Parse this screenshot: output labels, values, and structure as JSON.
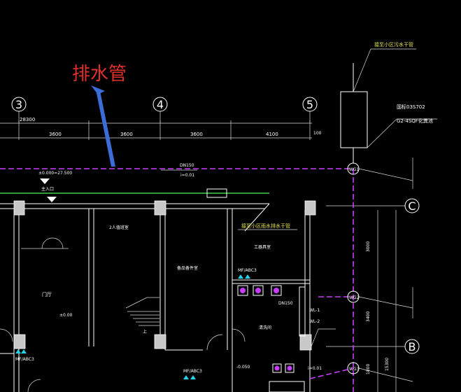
{
  "annotation": {
    "label": "排水管"
  },
  "grid_axes": {
    "axis_3": "3",
    "axis_4": "4",
    "axis_5": "5",
    "axis_C": "C",
    "axis_B": "B"
  },
  "dimensions": {
    "d_top_left": "28300",
    "d_3600_a": "3600",
    "d_3600_b": "3600",
    "d_3600_c": "3600",
    "d_4100": "4100",
    "d_100": "100",
    "d_right_3000": "3000",
    "d_right_3400": "3400",
    "d_right_1800": "1800",
    "d_right_15300": "15300"
  },
  "labels": {
    "to_sewer_main": "接至小区污水干管",
    "to_rain_main": "接至小区雨水排水干管",
    "tank_ref": "国标03S702",
    "tank_model": "G2-4SQF化粪池",
    "main_entrance": "主入口",
    "elevation_zero": "±0.000=27.500",
    "elevation_lobby": "±0.00",
    "elevation_room": "-0.050",
    "lobby": "门厅",
    "doorman_room": "2人值班室",
    "equipment_room": "备品备件室",
    "tool_store": "工器具室",
    "wash_room": "清洗间",
    "extinguisher_1": "MF/ABC3",
    "extinguisher_2": "MF/ABC3",
    "extinguisher_3": "MF/ABC3",
    "pipe_dn150_a": "DN150",
    "pipe_dn150_b": "DN150",
    "pipe_slope": "i=0.01",
    "pipe_slope_b": "i=0.01",
    "manhole_1": "WG1",
    "manhole_2": "WG2",
    "manhole_3": "WG3",
    "riser_1": "WL-1",
    "riser_2": "WL-2",
    "down": "上"
  }
}
